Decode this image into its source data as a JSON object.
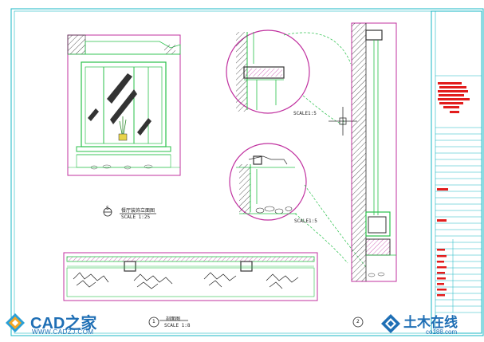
{
  "drawing": {
    "scale_label_1": "SCALE1:5",
    "scale_label_2": "SCALE1:5",
    "elev_title_cn": "餐厅装饰立面图",
    "elev_scale": "SCALE 1:25",
    "elev_num": "5",
    "section_title_cn": "剖面图",
    "section_scale": "SCALE 1:8",
    "section_num": "1",
    "section2_num": "2"
  },
  "watermark_left": {
    "name": "CAD之家",
    "url": "WWW.CADZJ.COM",
    "icon": "cad-logo-icon"
  },
  "watermark_right": {
    "name": "土木在线",
    "url": "co188.com",
    "icon": "tumu-logo-icon"
  },
  "colors": {
    "frame": "#19b7c4",
    "magenta": "#c0309f",
    "green": "#28c04a",
    "red": "#e21d1d",
    "ink": "#1a1a1a"
  }
}
